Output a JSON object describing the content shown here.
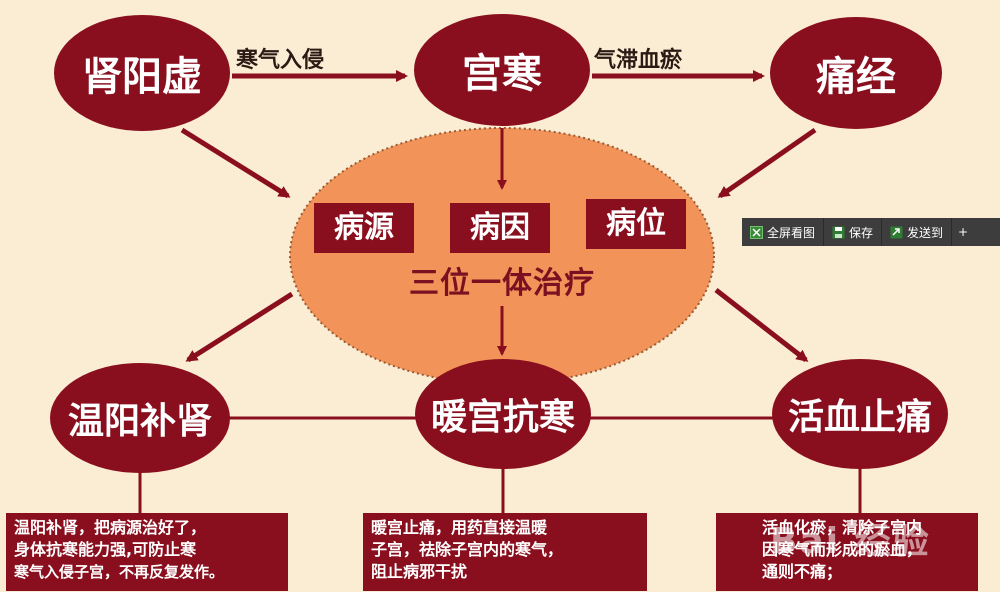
{
  "nodes": {
    "kidney_yang": "肾阳虚",
    "uterine_cold": "宫寒",
    "dysmenorrhea": "痛经",
    "warm_yang": "温阳补肾",
    "warm_uterus": "暖宫抗寒",
    "activate_blood": "活血止痛"
  },
  "edge_labels": {
    "cold_invasion": "寒气入侵",
    "qi_stagnation": "气滞血瘀"
  },
  "center": {
    "tags": [
      "病源",
      "病因",
      "病位"
    ],
    "title": "三位一体治疗"
  },
  "descriptions": {
    "warm_yang": [
      "温阳补肾，把病源治好了，",
      "身体抗寒能力强,可防止寒",
      "寒气入侵子宫，不再反复发作。"
    ],
    "warm_uterus": [
      "暖宫止痛，用药直接温暖",
      "子宫，祛除子宫内的寒气，",
      "阻止病邪干扰"
    ],
    "activate_blood": [
      "活血化瘀，清除子宫内",
      "因寒气而形成的瘀血，",
      "通则不痛；"
    ]
  },
  "toolbar": {
    "fullscreen": "全屏看图",
    "save": "保存",
    "send": "发送到",
    "more": "+"
  },
  "watermark": "Bai 经验",
  "colors": {
    "background": "#fbecd4",
    "node": "#8a0f1e",
    "center_ellipse": "#f2935a",
    "arrow": "#8a0f1e"
  }
}
